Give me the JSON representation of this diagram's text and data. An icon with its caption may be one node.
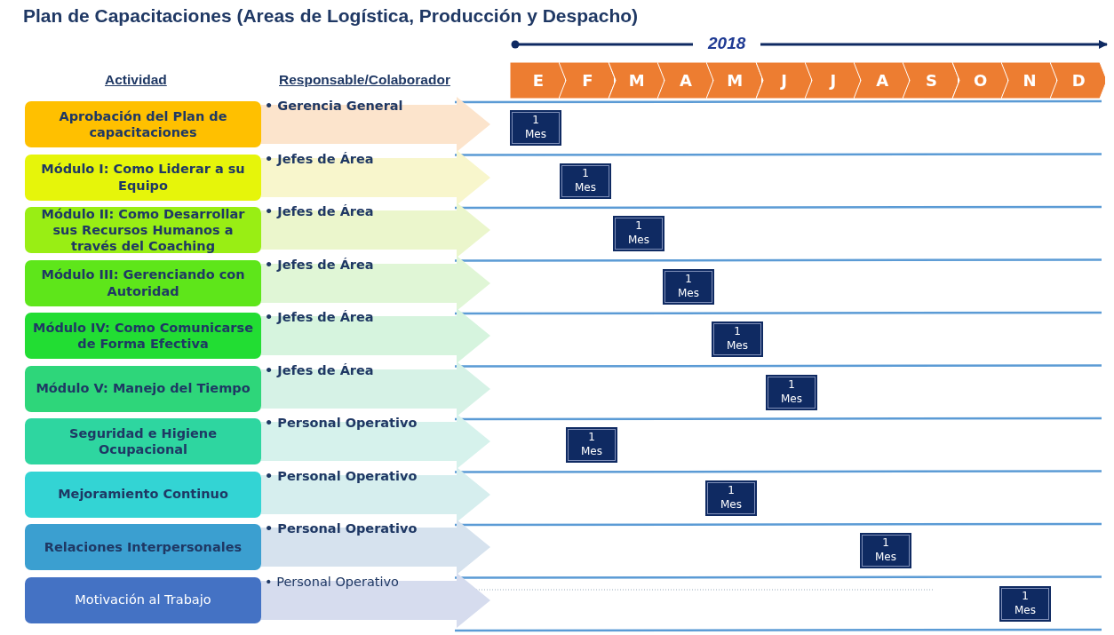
{
  "diagram": {
    "title": "Plan de Capacitaciones (Areas de Logística, Producción y Despacho)",
    "nodes": [
      {
        "text": [
          "E"
        ]
      },
      {
        "text": [
          "F"
        ]
      },
      {
        "text": [
          "M"
        ]
      },
      {
        "text": [
          "A"
        ]
      },
      {
        "text": [
          "M"
        ]
      },
      {
        "text": [
          "J"
        ]
      },
      {
        "text": [
          "J"
        ]
      },
      {
        "text": [
          "A"
        ]
      },
      {
        "text": [
          "S"
        ]
      },
      {
        "text": [
          "O"
        ]
      },
      {
        "text": [
          "N"
        ]
      },
      {
        "text": [
          "D"
        ]
      },
      {
        "text": [
          "Aprobación del Plan de capacitaciones"
        ]
      },
      {
        "text": [
          "• Gerencia General"
        ]
      },
      {
        "text": [
          "1 Mes"
        ]
      },
      {
        "text": [
          "Módulo I: Como Liderar a su Equipo"
        ]
      },
      {
        "text": [
          "• Jefes de Área"
        ]
      },
      {
        "text": [
          "1 Mes"
        ]
      },
      {
        "text": [
          "Módulo II: Como Desarrollar sus Recursos Humanos a través del Coaching"
        ]
      },
      {
        "text": [
          "• Jefes de Área"
        ]
      },
      {
        "text": [
          "1 Mes"
        ]
      },
      {
        "text": [
          "Módulo III: Gerenciando con Autoridad"
        ]
      },
      {
        "text": [
          "• Jefes de Área"
        ]
      },
      {
        "text": [
          "1 Mes"
        ]
      },
      {
        "text": [
          "Módulo IV: Como Comunicarse de Forma Efectiva"
        ]
      },
      {
        "text": [
          "• Jefes de Área"
        ]
      },
      {
        "text": [
          "1 Mes"
        ]
      },
      {
        "text": [
          "Módulo V: Manejo del Tiempo"
        ]
      },
      {
        "text": [
          "• Jefes de Área"
        ]
      },
      {
        "text": [
          "1 Mes"
        ]
      },
      {
        "text": [
          "Seguridad e Higiene Ocupacional"
        ]
      },
      {
        "text": [
          "• Personal Operativo"
        ]
      },
      {
        "text": [
          "1 Mes"
        ]
      },
      {
        "text": [
          "Mejoramiento Continuo"
        ]
      },
      {
        "text": [
          "• Personal Operativo"
        ]
      },
      {
        "text": [
          "1 Mes"
        ]
      },
      {
        "text": [
          "Relaciones Interpersonales"
        ]
      },
      {
        "text": [
          "• Personal Operativo"
        ]
      },
      {
        "text": [
          "1 Mes"
        ]
      },
      {
        "text": [
          "Motivación al Trabajo"
        ]
      },
      {
        "text": [
          "• Personal Operativo"
        ]
      },
      {
        "text": [
          "1 Mes"
        ]
      }
    ],
    "labels": [
      "2018",
      "Actividad",
      "Responsable/Colaborador"
    ]
  }
}
